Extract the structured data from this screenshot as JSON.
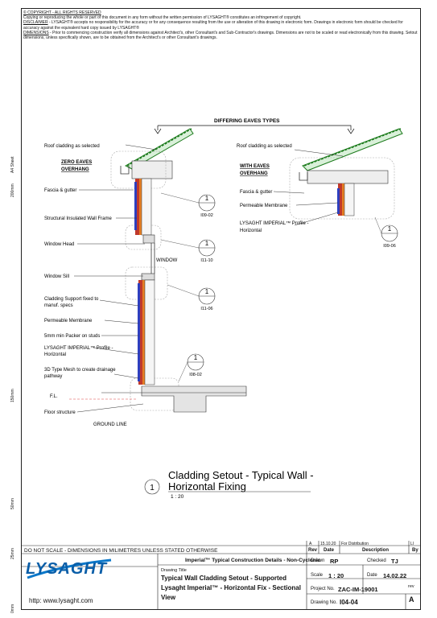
{
  "notes": {
    "copyright_title": "© COPYRIGHT - ALL RIGHTS RESERVED",
    "copyright_text": "Copying or reproducing the whole or part of this document in any form without the written permission of LYSAGHT® constitutes an infringement of copyright.",
    "disclaimer_title": "DISCLAIMER",
    "disclaimer_text": " - LYSAGHT® accepts no responsibility for the accuracy or for any consequence resulting from the use or alteration of this drawing in electronic form.  Drawings in electronic form should be checked for accuracy against the equivalent hard copy issued by LYSAGHT®",
    "dimensions_title": "DIMENSIONS",
    "dimensions_text": " - Prior to commencing construction verify all dimensions against Architect's, other Consultant's and Sub-Contractor's drawings. Dimensions are not to be scaled or read electronically from this drawing. Setout dimensions, unless specifically shown, are to be obtained from the Architect's or other Consultant's drawings."
  },
  "side": {
    "sheet": "A4 Sheet",
    "m200": "200mm",
    "m150": "150mm",
    "m50": "50mm",
    "m25": "25mm",
    "m0": "0mm"
  },
  "drawing": {
    "differing": "DIFFERING EAVES TYPES",
    "roof_left": "Roof cladding as selected",
    "zero_eaves_1": "ZERO EAVES",
    "zero_eaves_2": "OVERHANG",
    "fascia_left": "Fascia & gutter",
    "siwf": "Structural Insulated Wall Frame",
    "window_head": "Window Head",
    "window": "WINDOW",
    "window_sill": "Window Sill",
    "support_1": "Cladding Support fixed to",
    "support_2": "manuf. specs",
    "permeable_left": "Permeable Membrane",
    "packer": "5mm min Packer on studs",
    "profile_left_1": "LYSAGHT IMPERIAL™ Profile -",
    "profile_left_2": "Horizontal",
    "mesh_1": "3D Type Mesh to create drainage",
    "mesh_2": "pathway",
    "fl": "F.L.",
    "floor": "Floor structure",
    "ground": "GROUND LINE",
    "roof_right": "Roof cladding as selected",
    "with_eaves_1": "WITH EAVES",
    "with_eaves_2": "OVERHANG",
    "fascia_right": "Fascia & gutter",
    "permeable_right": "Permeable Membrane",
    "profile_right_1": "LYSAGHT IMPERIAL™ Profile -",
    "profile_right_2": "Horizontal",
    "refs": [
      {
        "num": "1",
        "code": "I09-02"
      },
      {
        "num": "1",
        "code": "I11-10"
      },
      {
        "num": "1",
        "code": "I11-06"
      },
      {
        "num": "1",
        "code": "I08-02"
      },
      {
        "num": "1",
        "code": "I09-06"
      }
    ],
    "title_num": "1",
    "title_1": "Cladding Setout - Typical Wall -",
    "title_2": "Horizontal Fixing",
    "scale": "1 : 20"
  },
  "titleblock": {
    "scale_note": "DO NOT SCALE - DIMENSIONS IN MILIMETRES UNLESS STATED OTHERWISE",
    "brand": "LYSAGHT",
    "url": "http: www.lysaght.com",
    "project_title": "Imperial™ Typical Construction Details - Non-Cyclonic",
    "drawing_title_label": "Drawing Title",
    "drawing_title_1": "Typical Wall Cladding Setout - Supported",
    "drawing_title_2": "Lysaght Imperial™ - Horizontal Fix - Sectional",
    "drawing_title_3": "View",
    "rev_row": {
      "rev": "A",
      "date": "15.10.20",
      "desc": "For Distribution",
      "by": "LI"
    },
    "rev_header": {
      "rev": "Rev",
      "date": "Date",
      "desc": "Description",
      "by": "By"
    },
    "drawn_label": "Drawn",
    "drawn": "RP",
    "checked_label": "Checked",
    "checked": "TJ",
    "scale_label": "Scale",
    "scale": "1 : 20",
    "date_label": "Date",
    "date": "14.02.22",
    "project_no_label": "Project No.",
    "project_no": "ZAC-IM-19001",
    "drawing_no_label": "Drawing No.",
    "drawing_no": "I04-04",
    "rev_label": "rev",
    "rev": "A"
  }
}
